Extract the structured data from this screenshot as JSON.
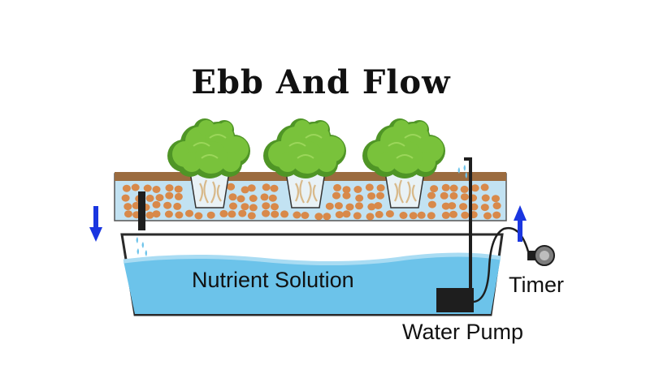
{
  "title": "Ebb And Flow",
  "labels": {
    "nutrient_solution": "Nutrient Solution",
    "timer": "Timer",
    "water_pump": "Water Pump"
  },
  "colors": {
    "water": "#6cc3ea",
    "water_light": "#a9dcf3",
    "media_strip": "#c2e2f2",
    "pebble": "#d8894a",
    "soil": "#9b6b3f",
    "lettuce": "#79c23b",
    "lettuce_dark": "#4f9526",
    "arrow": "#1a36e0",
    "pump": "#1e1e1e"
  },
  "icons": [
    "down-arrow-icon",
    "up-arrow-icon",
    "lettuce-icon",
    "timer-icon",
    "pump-icon"
  ]
}
